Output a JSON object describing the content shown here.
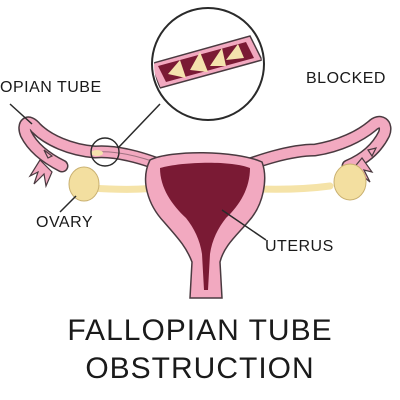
{
  "labels": {
    "fallopian_tube": "OPIAN TUBE",
    "blocked": "BLOCKED",
    "ovary": "OVARY",
    "uterus": "UTERUS"
  },
  "title": {
    "line1": "FALLOPIAN TUBE",
    "line2": "OBSTRUCTION"
  },
  "colors": {
    "tissue_pink": "#f2a9c0",
    "tissue_outline": "#4a3a40",
    "uterine_cavity": "#7a1a34",
    "ovary_yellow": "#f3dfa0",
    "ligament_yellow": "#f5e3a8",
    "blockage_cream": "#f4e2ad",
    "leader_line": "#2a2a2a"
  }
}
